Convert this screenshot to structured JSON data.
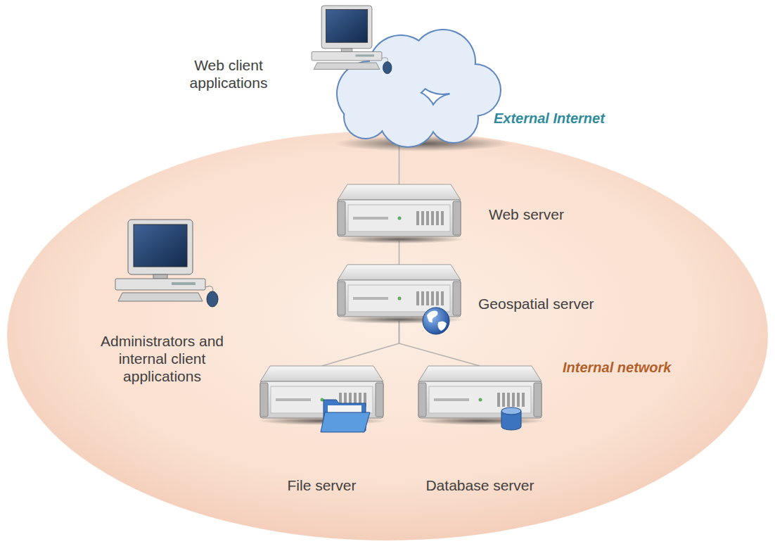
{
  "diagram": {
    "nodes": [
      {
        "text": [
          "Web client applications",
          "External Internet"
        ]
      },
      {
        "text": [
          "Internal network"
        ]
      },
      {
        "text": [
          "Web server"
        ],
        "in": 1
      },
      {
        "text": [
          "Geospatial server"
        ],
        "in": 1
      },
      {
        "text": [
          "Administrators and internal client applications"
        ],
        "in": 1
      },
      {
        "text": [
          "File server"
        ],
        "in": 1
      },
      {
        "text": [
          "Database server"
        ],
        "in": 1
      }
    ],
    "edges": [
      {
        "from": 0,
        "to": 2,
        "arrow": "none"
      },
      {
        "from": 2,
        "to": 3,
        "arrow": "none"
      },
      {
        "from": 3,
        "to": 5,
        "arrow": "none"
      },
      {
        "from": 3,
        "to": 6,
        "arrow": "none"
      }
    ]
  }
}
